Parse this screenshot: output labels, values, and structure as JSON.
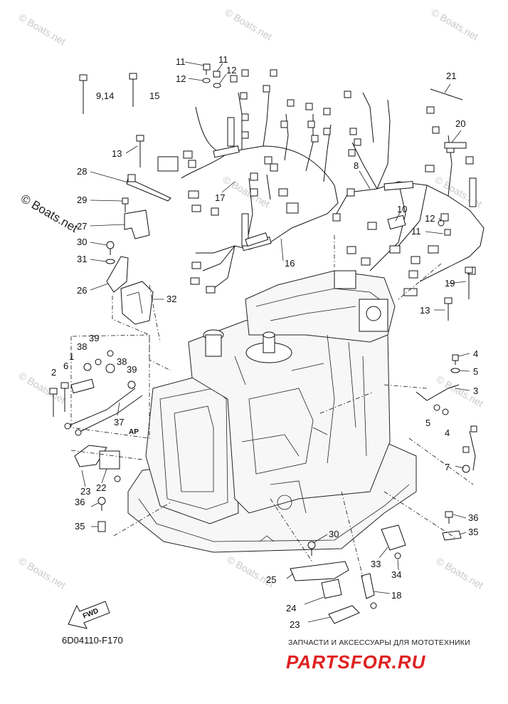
{
  "watermarks": {
    "small": "© Boats.net",
    "large": "© Boats.net"
  },
  "diagram_code": "6D04110-F170",
  "fwd_label": "FWD",
  "ap_label": "AP",
  "footer": {
    "tagline": "ЗАПЧАСТИ И АКСЕССУАРЫ ДЛЯ МОТОТЕХНИКИ",
    "brand": "PARTSFOR.RU",
    "brand_color": "#e02020"
  },
  "callouts": {
    "c1": "1",
    "c2": "2",
    "c3": "3",
    "c4a": "4",
    "c4b": "4",
    "c5a": "5",
    "c5b": "5",
    "c6": "6",
    "c7": "7",
    "c8": "8",
    "c914": "9,14",
    "c10": "10",
    "c11a": "11",
    "c11b": "11",
    "c11c": "11",
    "c12a": "12",
    "c12b": "12",
    "c12c": "12",
    "c13a": "13",
    "c13b": "13",
    "c15": "15",
    "c16": "16",
    "c17": "17",
    "c18": "18",
    "c19": "19",
    "c20": "20",
    "c21": "21",
    "c22": "22",
    "c23a": "23",
    "c23b": "23",
    "c24": "24",
    "c25": "25",
    "c26": "26",
    "c27": "27",
    "c28": "28",
    "c29": "29",
    "c30a": "30",
    "c30b": "30",
    "c31": "31",
    "c32": "32",
    "c33": "33",
    "c34": "34",
    "c35a": "35",
    "c35b": "35",
    "c36a": "36",
    "c36b": "36",
    "c37": "37",
    "c38a": "38",
    "c38b": "38",
    "c39a": "39",
    "c39b": "39"
  }
}
